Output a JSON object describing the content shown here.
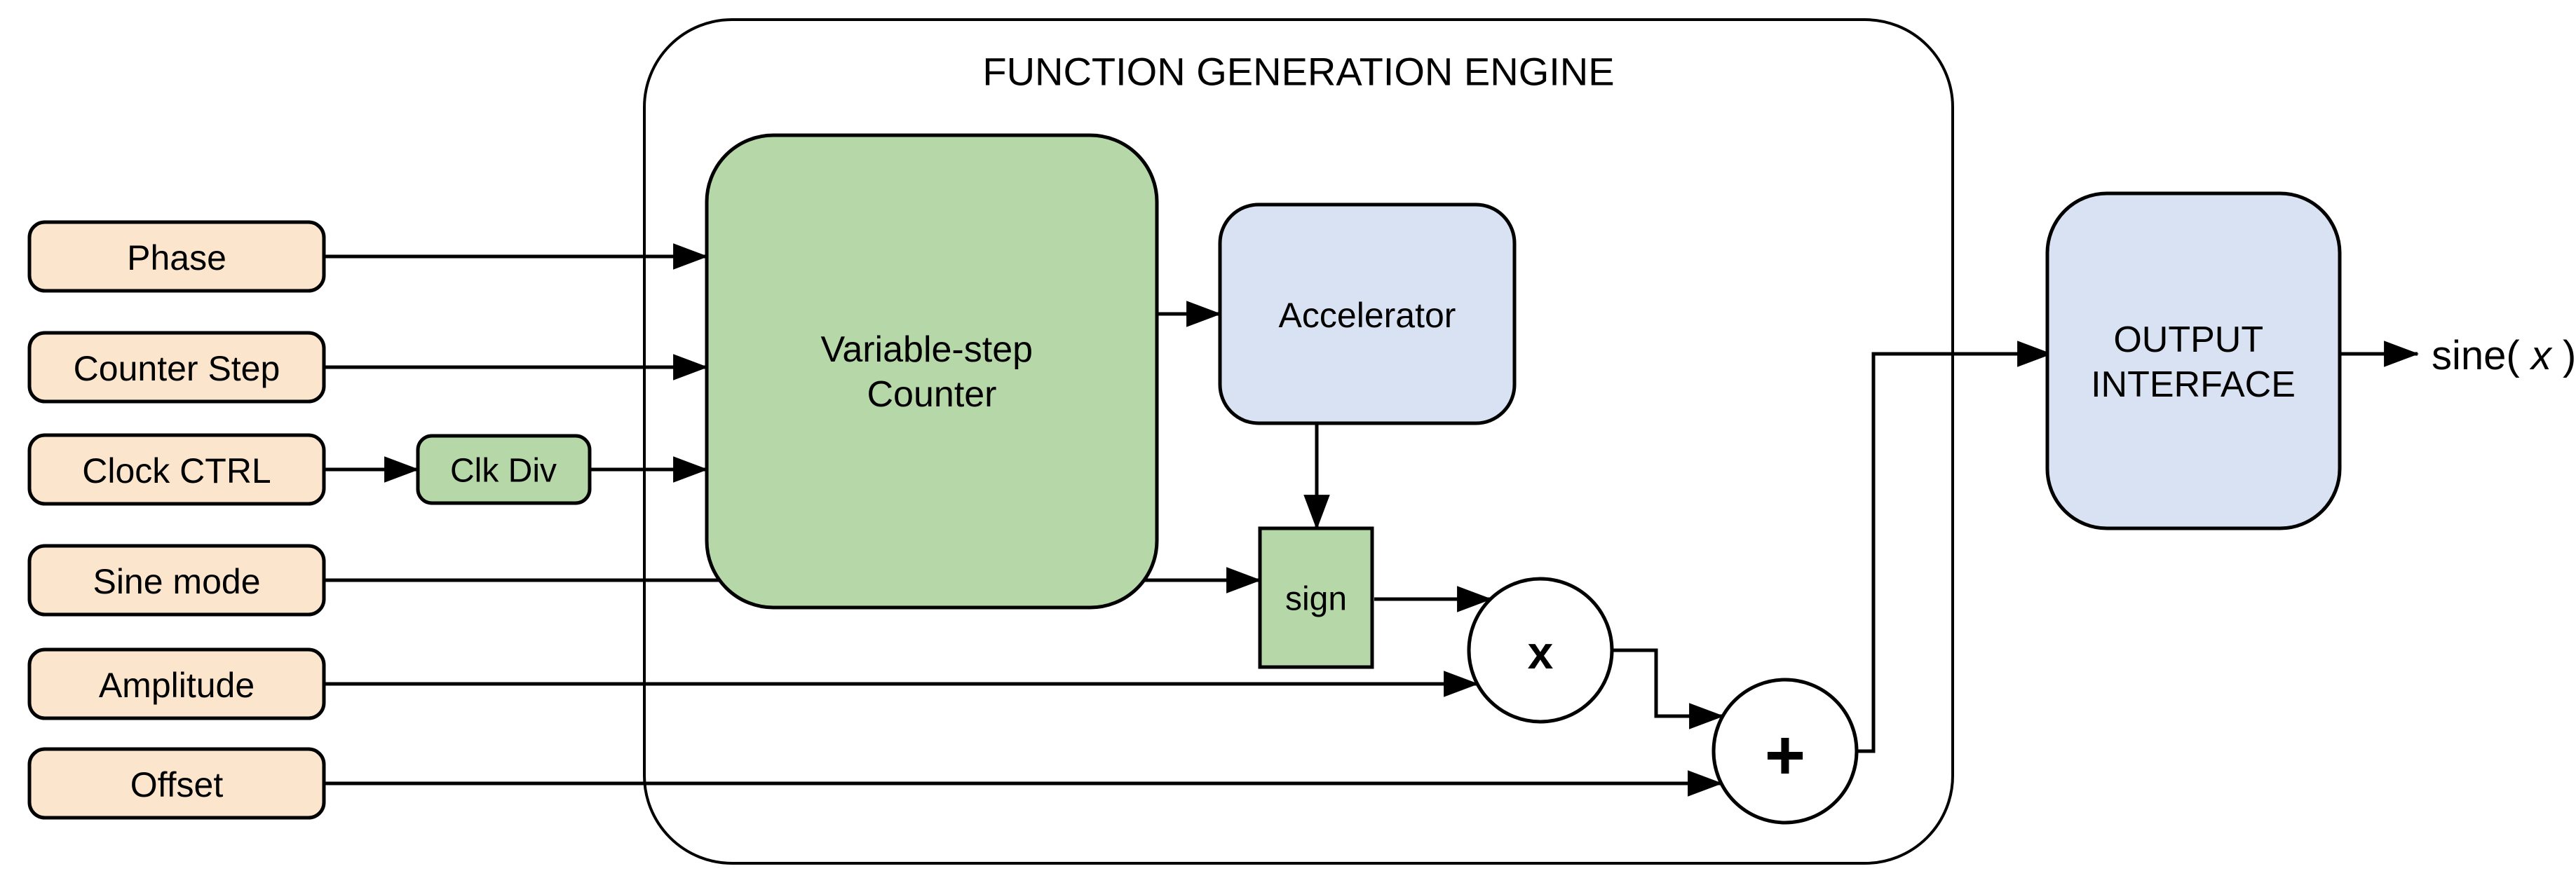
{
  "diagram": {
    "title": "FUNCTION GENERATION ENGINE",
    "inputs": [
      {
        "label": "Phase"
      },
      {
        "label": "Counter Step"
      },
      {
        "label": "Clock CTRL"
      },
      {
        "label": "Sine mode"
      },
      {
        "label": "Amplitude"
      },
      {
        "label": "Offset"
      }
    ],
    "blocks": {
      "clk_div": {
        "label": "Clk Div"
      },
      "counter": {
        "line1": "Variable-step",
        "line2": "Counter"
      },
      "accelerator": {
        "label": "Accelerator"
      },
      "sign": {
        "label": "sign"
      },
      "multiplier": {
        "symbol": "x"
      },
      "adder": {
        "symbol": "+"
      },
      "output_interface": {
        "line1": "OUTPUT",
        "line2": "INTERFACE"
      }
    },
    "output_signal": {
      "pre": "sine(",
      "var": "x",
      "post": ")"
    },
    "colors": {
      "input_fill": "#fce5cd",
      "green_fill": "#b6d7a8",
      "blue_fill": "#d9e2f3",
      "stroke": "#000000",
      "background": "#ffffff"
    }
  }
}
